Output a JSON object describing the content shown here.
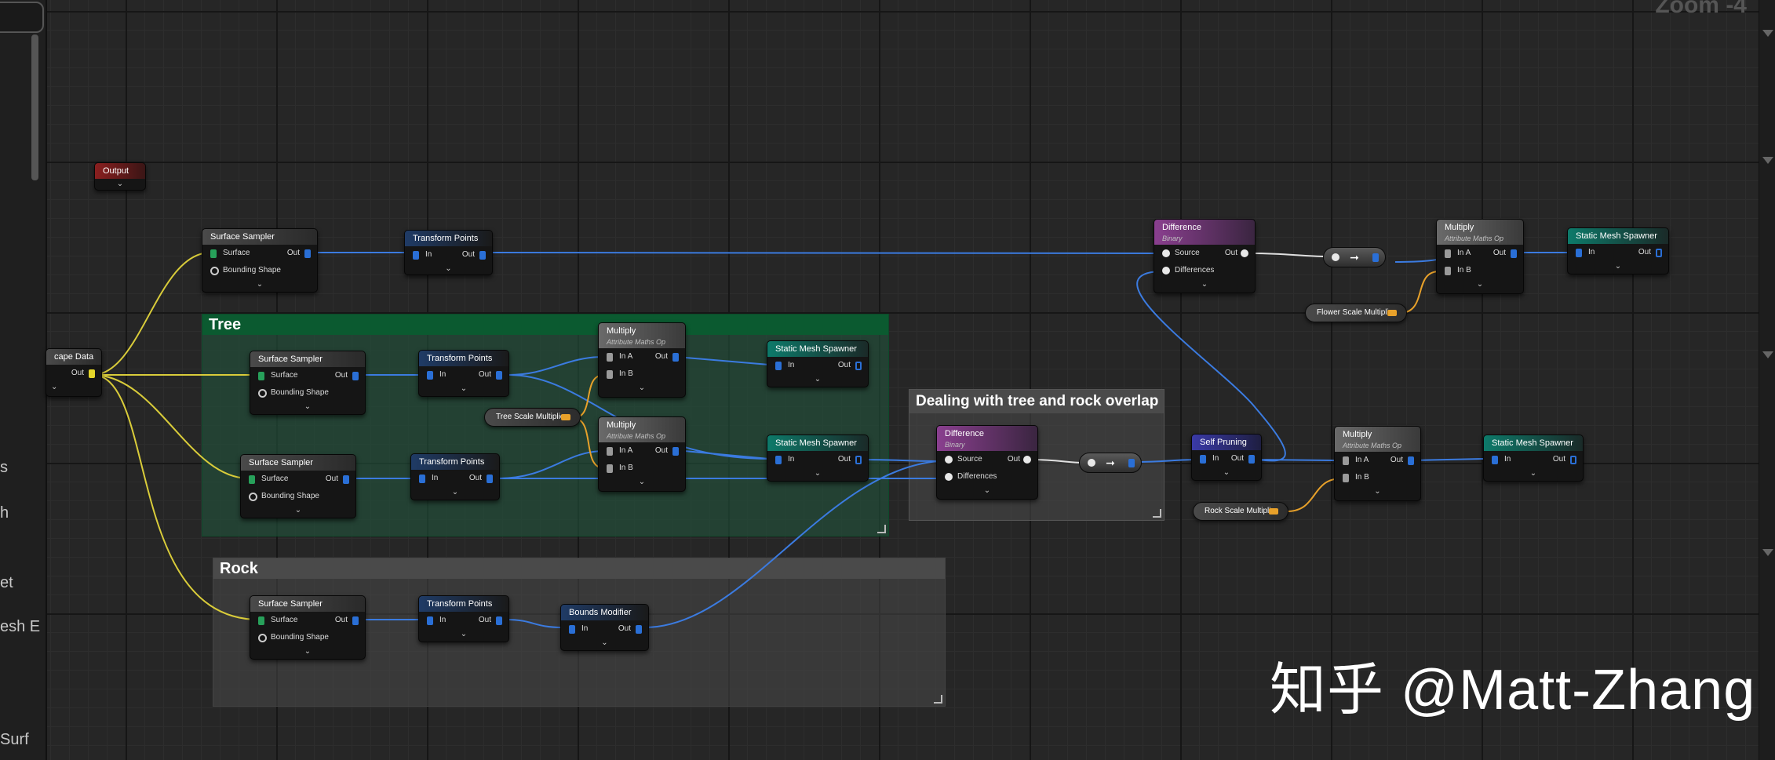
{
  "zoom_label": "Zoom -4",
  "left_panel": {
    "items": [
      "s",
      "h",
      "et",
      "esh E",
      "Surf"
    ]
  },
  "comments": {
    "tree": "Tree",
    "rock": "Rock",
    "overlap": "Dealing with tree and rock overlap"
  },
  "nodes": {
    "output": {
      "title": "Output"
    },
    "landscape": {
      "title": "cape Data",
      "out": "Out"
    },
    "surface_top": {
      "title": "Surface Sampler",
      "in1": "Surface",
      "in2": "Bounding Shape",
      "out": "Out"
    },
    "transform_top": {
      "title": "Transform Points",
      "in": "In",
      "out": "Out"
    },
    "surface_tree1": {
      "title": "Surface Sampler",
      "in1": "Surface",
      "in2": "Bounding Shape",
      "out": "Out"
    },
    "transform_tree1": {
      "title": "Transform Points",
      "in": "In",
      "out": "Out"
    },
    "multiply_tree1": {
      "title": "Multiply",
      "subtitle": "Attribute Maths Op",
      "in1": "In A",
      "in2": "In B",
      "out": "Out"
    },
    "spawner_tree1": {
      "title": "Static Mesh Spawner",
      "in": "In",
      "out": "Out"
    },
    "tree_scale": {
      "title": "Tree Scale Multiplier"
    },
    "surface_tree2": {
      "title": "Surface Sampler",
      "in1": "Surface",
      "in2": "Bounding Shape",
      "out": "Out"
    },
    "transform_tree2": {
      "title": "Transform Points",
      "in": "In",
      "out": "Out"
    },
    "multiply_tree2": {
      "title": "Multiply",
      "subtitle": "Attribute Maths Op",
      "in1": "In A",
      "in2": "In B",
      "out": "Out"
    },
    "spawner_tree2": {
      "title": "Static Mesh Spawner",
      "in": "In",
      "out": "Out"
    },
    "surface_rock": {
      "title": "Surface Sampler",
      "in1": "Surface",
      "in2": "Bounding Shape",
      "out": "Out"
    },
    "transform_rock": {
      "title": "Transform Points",
      "in": "In",
      "out": "Out"
    },
    "bounds_rock": {
      "title": "Bounds Modifier",
      "in": "In",
      "out": "Out"
    },
    "difference_top": {
      "title": "Difference",
      "subtitle": "Binary",
      "in1": "Source",
      "in2": "Differences",
      "out": "Out"
    },
    "multiply_top": {
      "title": "Multiply",
      "subtitle": "Attribute Maths Op",
      "in1": "In A",
      "in2": "In B",
      "out": "Out"
    },
    "spawner_top": {
      "title": "Static Mesh Spawner",
      "in": "In",
      "out": "Out"
    },
    "flower_scale": {
      "title": "Flower Scale Multiplier"
    },
    "difference_mid": {
      "title": "Difference",
      "subtitle": "Binary",
      "in1": "Source",
      "in2": "Differences",
      "out": "Out"
    },
    "self_pruning": {
      "title": "Self Pruning",
      "in": "In",
      "out": "Out"
    },
    "multiply_mid": {
      "title": "Multiply",
      "subtitle": "Attribute Maths Op",
      "in1": "In A",
      "in2": "In B",
      "out": "Out"
    },
    "spawner_mid": {
      "title": "Static Mesh Spawner",
      "in": "In",
      "out": "Out"
    },
    "rock_scale": {
      "title": "Rock Scale Multiplier"
    }
  },
  "reroute_symbol": "➞",
  "watermark": "知乎 @Matt-Zhang",
  "colors": {
    "spatial": "#3b7be0",
    "landscape": "#e4d52a",
    "attribute": "#e8a12a",
    "white": "#e0e0e0"
  }
}
